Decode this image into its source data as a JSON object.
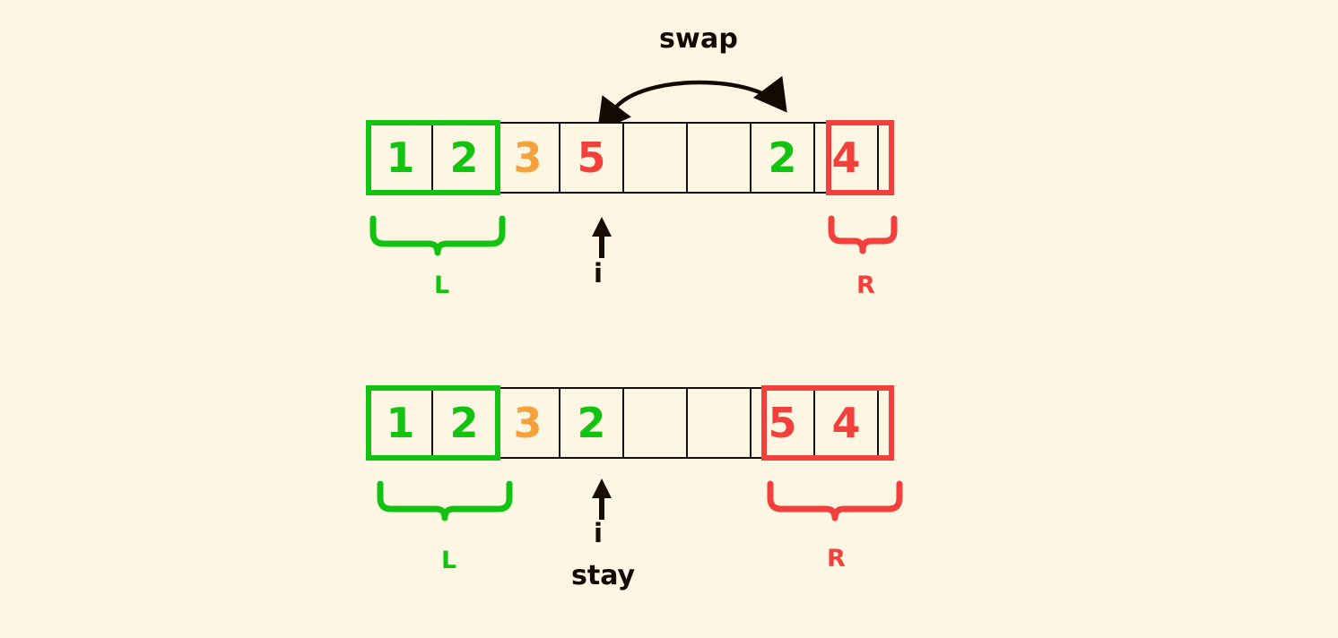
{
  "diagram": {
    "title": "array partition swap illustration",
    "background_color": "#FDF6E3",
    "colors": {
      "green": "#12C312",
      "red": "#F4403C",
      "orange": "#F5A13C",
      "dark": "#1A0D05"
    }
  },
  "rows": [
    {
      "id": "before",
      "cells": [
        {
          "value": "1",
          "color": "green",
          "empty": false
        },
        {
          "value": "2",
          "color": "green",
          "empty": false
        },
        {
          "value": "3",
          "color": "orange",
          "empty": false
        },
        {
          "value": "5",
          "color": "red",
          "empty": false
        },
        {
          "value": "",
          "color": "empty",
          "empty": true
        },
        {
          "value": "",
          "color": "empty",
          "empty": true
        },
        {
          "value": "2",
          "color": "green",
          "empty": false
        },
        {
          "value": "4",
          "color": "red",
          "empty": false
        }
      ],
      "highlights": [
        {
          "name": "left-region",
          "color": "green",
          "start_index": 0,
          "span": 2
        },
        {
          "name": "right-region",
          "color": "red",
          "start_index": 7,
          "span": 1
        }
      ],
      "braces": [
        {
          "name": "L",
          "label": "L",
          "color": "green",
          "start_index": 0,
          "span": 2
        },
        {
          "name": "R",
          "label": "R",
          "color": "red",
          "start_index": 7,
          "span": 1
        }
      ],
      "pointer": {
        "label": "i",
        "index": 3,
        "note": ""
      },
      "annotation": {
        "label": "swap",
        "from_index": 3,
        "to_index": 6
      }
    },
    {
      "id": "after",
      "cells": [
        {
          "value": "1",
          "color": "green",
          "empty": false
        },
        {
          "value": "2",
          "color": "green",
          "empty": false
        },
        {
          "value": "3",
          "color": "orange",
          "empty": false
        },
        {
          "value": "2",
          "color": "green",
          "empty": false
        },
        {
          "value": "",
          "color": "empty",
          "empty": true
        },
        {
          "value": "",
          "color": "empty",
          "empty": true
        },
        {
          "value": "5",
          "color": "red",
          "empty": false
        },
        {
          "value": "4",
          "color": "red",
          "empty": false
        }
      ],
      "highlights": [
        {
          "name": "left-region",
          "color": "green",
          "start_index": 0,
          "span": 2
        },
        {
          "name": "right-region",
          "color": "red",
          "start_index": 6,
          "span": 2
        }
      ],
      "braces": [
        {
          "name": "L",
          "label": "L",
          "color": "green",
          "start_index": 0,
          "span": 2
        },
        {
          "name": "R",
          "label": "R",
          "color": "red",
          "start_index": 6,
          "span": 2
        }
      ],
      "pointer": {
        "label": "i",
        "index": 3,
        "note": "stay"
      }
    }
  ],
  "labels": {
    "swap": "swap",
    "stay": "stay",
    "pointer_i": "i",
    "brace_l": "L",
    "brace_r": "R"
  }
}
